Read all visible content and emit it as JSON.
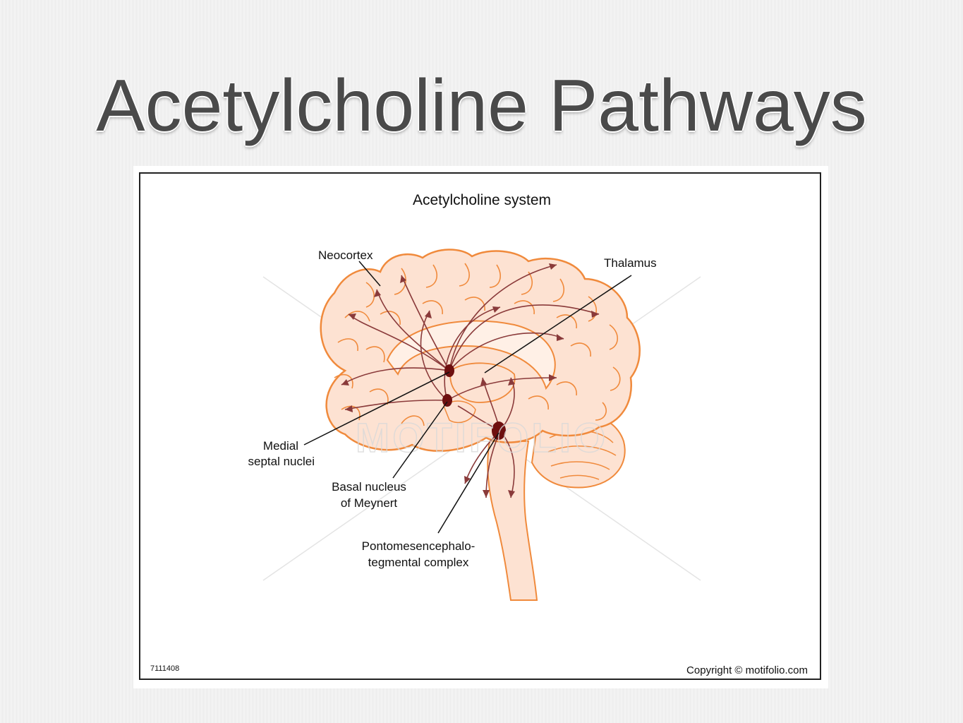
{
  "slide": {
    "title": "Acetylcholine Pathways"
  },
  "figure": {
    "heading": "Acetylcholine system",
    "labels": {
      "neocortex": "Neocortex",
      "thalamus": "Thalamus",
      "medial_line1": "Medial",
      "medial_line2": "septal nuclei",
      "basal_line1": "Basal nucleus",
      "basal_line2": "of Meynert",
      "ponto_line1": "Pontomesencephalo-",
      "ponto_line2": "tegmental complex"
    },
    "id_code": "7111408",
    "copyright": "Copyright © motifolio.com",
    "watermark": "MOTIFOLIO",
    "colors": {
      "brain_fill": "#fde2d2",
      "brain_outline": "#f08a3c",
      "pathway": "#8a3a3a",
      "nucleus": "#6e0f0f"
    }
  }
}
